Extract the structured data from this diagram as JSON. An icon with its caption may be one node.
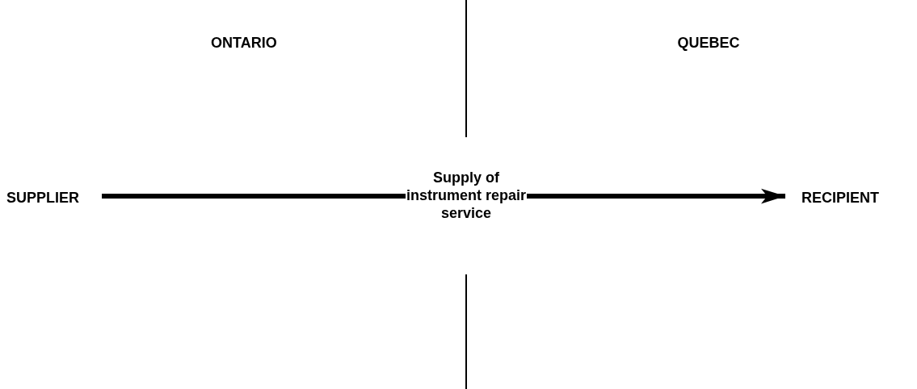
{
  "diagram": {
    "nodes": [
      {
        "text": [
          "SUPPLIER"
        ]
      },
      {
        "text": [
          "RECIPIENT"
        ]
      }
    ],
    "edges": [
      {
        "from": 0,
        "to": 1,
        "arrow": "to",
        "label": "Supply of instrument repair service"
      }
    ],
    "labels": [
      "ONTARIO",
      "QUEBEC"
    ]
  }
}
